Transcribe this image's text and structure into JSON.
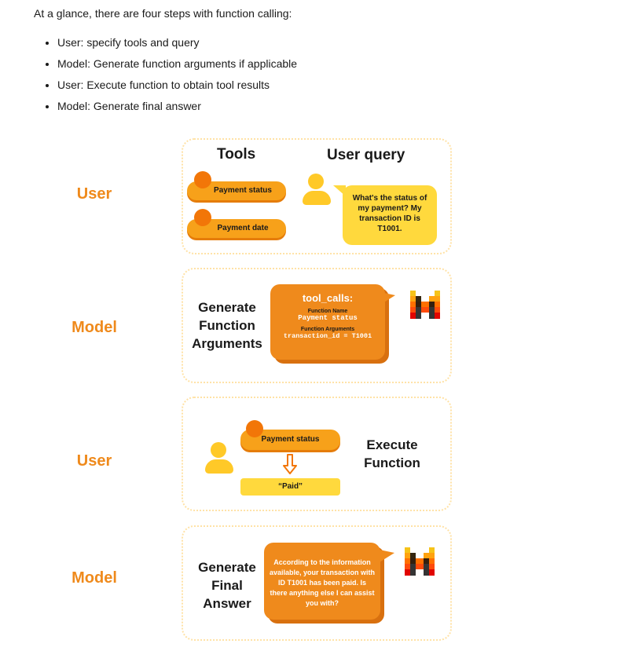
{
  "intro": "At a glance, there are four steps with function calling:",
  "steps": [
    "User: specify tools and query",
    "Model: Generate function arguments if applicable",
    "User: Execute function to obtain tool results",
    "Model: Generate final answer"
  ],
  "diagram": {
    "roles": [
      "User",
      "Model",
      "User",
      "Model"
    ],
    "panel1": {
      "tools_title": "Tools",
      "user_query_title": "User query",
      "tool_1": "Payment status",
      "tool_2": "Payment date",
      "query_text": "What's the status of my payment? My transaction ID is T1001."
    },
    "panel2": {
      "label_lines": [
        "Generate",
        "Function",
        "Arguments"
      ],
      "tool_calls_title": "tool_calls:",
      "function_name_label": "Function Name",
      "function_name_value": "Payment status",
      "function_args_label": "Function Arguments",
      "function_args_value": "transaction_id = T1001"
    },
    "panel3": {
      "tool": "Payment status",
      "result": "“Paid”",
      "label_lines": [
        "Execute",
        "Function"
      ]
    },
    "panel4": {
      "label_lines": [
        "Generate",
        "Final",
        "Answer"
      ],
      "answer_text": "According to the information available, your transaction with ID T1001 has been paid. Is there anything else I can assist you with?"
    }
  },
  "colors": {
    "accent_orange": "#ef8a1c",
    "bubble_orange": "#ef8a1c",
    "bubble_yellow": "#ffd93d",
    "pill_orange": "#f7a11a",
    "dot_orange": "#f27608",
    "person_yellow": "#ffc928",
    "panel_border": "#ffe2a6"
  }
}
